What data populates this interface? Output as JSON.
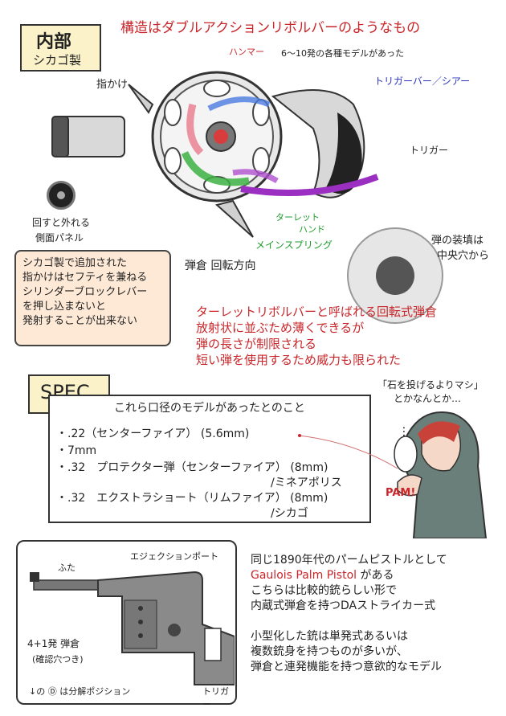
{
  "top": {
    "title_main": "内部",
    "title_sub": "シカゴ製",
    "headline": "構造はダブルアクションリボルバーのようなもの",
    "labels": {
      "hammer": "ハンマー",
      "models": "6〜10発の各種モデルがあった",
      "finger_hook": "指かけ",
      "trigger_bar": "トリガーバー／シアー",
      "trigger": "トリガー",
      "turret_hand_1": "ターレット",
      "turret_hand_2": "ハンド",
      "mainspring": "メインスプリング",
      "side_panel_1": "回すと外れる",
      "side_panel_2": "側面パネル",
      "rotation": "弾倉 回転方向",
      "loading_1": "弾の装填は",
      "loading_2": "中央穴から"
    },
    "note_box": [
      "シカゴ製で追加された",
      "指かけはセフティを兼ねる",
      "シリンダーブロックレバー",
      "を押し込まないと",
      "発射することが出来ない"
    ],
    "red_text": [
      "ターレットリボルバーと呼ばれる回転式弾倉",
      "放射状に並ぶため薄くできるが",
      "弾の長さが制限される",
      "短い弾を使用するため威力も限られた"
    ]
  },
  "spec": {
    "title": "SPEC",
    "intro": "これら口径のモデルがあったとのこと",
    "items": [
      "・.22（センターファイア） (5.6mm)",
      "・7mm",
      "・.32　プロテクター弾（センターファイア） (8mm)",
      "/ミネアポリス",
      "・.32　エクストラショート（リムファイア） (8mm)",
      "/シカゴ"
    ],
    "speech_1": "「石を投げるよりマシ」",
    "speech_2": "とかなんとか…",
    "bubble": "…",
    "pam": "PAM!"
  },
  "bottom": {
    "labels": {
      "ejection": "エジェクションポート",
      "lid": "ふた",
      "ammo_1": "4+1発 弾倉",
      "ammo_2": "(確認穴つき)",
      "disassembly": "↓の Ⓓ は分解ポジション",
      "trigger": "トリガー"
    },
    "text_1": "同じ1890年代のパームピストルとして",
    "text_2a": "Gaulois Palm Pistol",
    "text_2b": " がある",
    "text_3": "こちらは比較的銃らしい形で",
    "text_4": "内蔵式弾倉を持つDAストライカー式",
    "text_5": "小型化した銃は単発式あるいは",
    "text_6": "複数銃身を持つものが多いが、",
    "text_7": "弾倉と連発機能を持つ意欲的なモデル"
  },
  "colors": {
    "title_bg": "#fbf2c9",
    "note_bg": "#fde9d6",
    "red": "#c8262a",
    "blue": "#2a35b8",
    "green": "#1f9b2c",
    "purple": "#9b2fc2"
  }
}
